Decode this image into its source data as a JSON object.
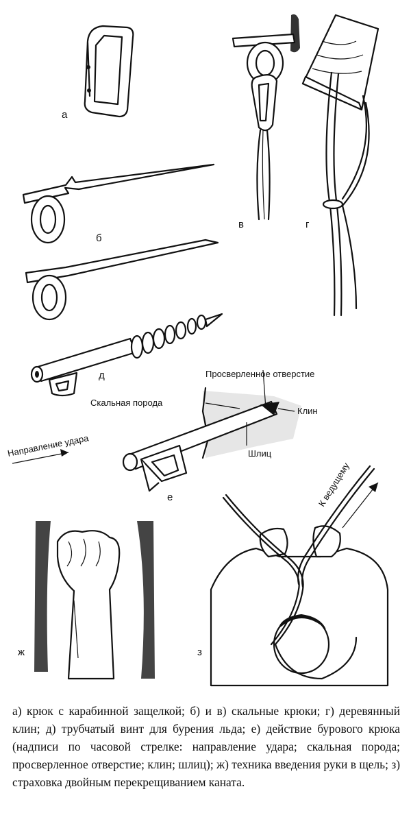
{
  "labels": {
    "a": "а",
    "b": "б",
    "v": "в",
    "g": "г",
    "d": "д",
    "e": "е",
    "zh": "ж",
    "z": "з"
  },
  "annotations": {
    "drilled_hole": "Просверленное отверстие",
    "rock": "Скальная порода",
    "wedge": "Клин",
    "slot": "Шлиц",
    "impact_direction": "Направление удара",
    "to_leader": "К ведущему"
  },
  "caption": "а) крюк с карабинной защелкой; б) и в) скальные крюки; г) деревянный клин; д) трубчатый винт для бурения льда; е) действие бурового крюка (надписи по часовой стрелке: направление удара; скальная порода; просверленное отверстие; клин; шлиц); ж) техника введения руки в щель; з) страховка двойным перекрещиванием каната."
}
